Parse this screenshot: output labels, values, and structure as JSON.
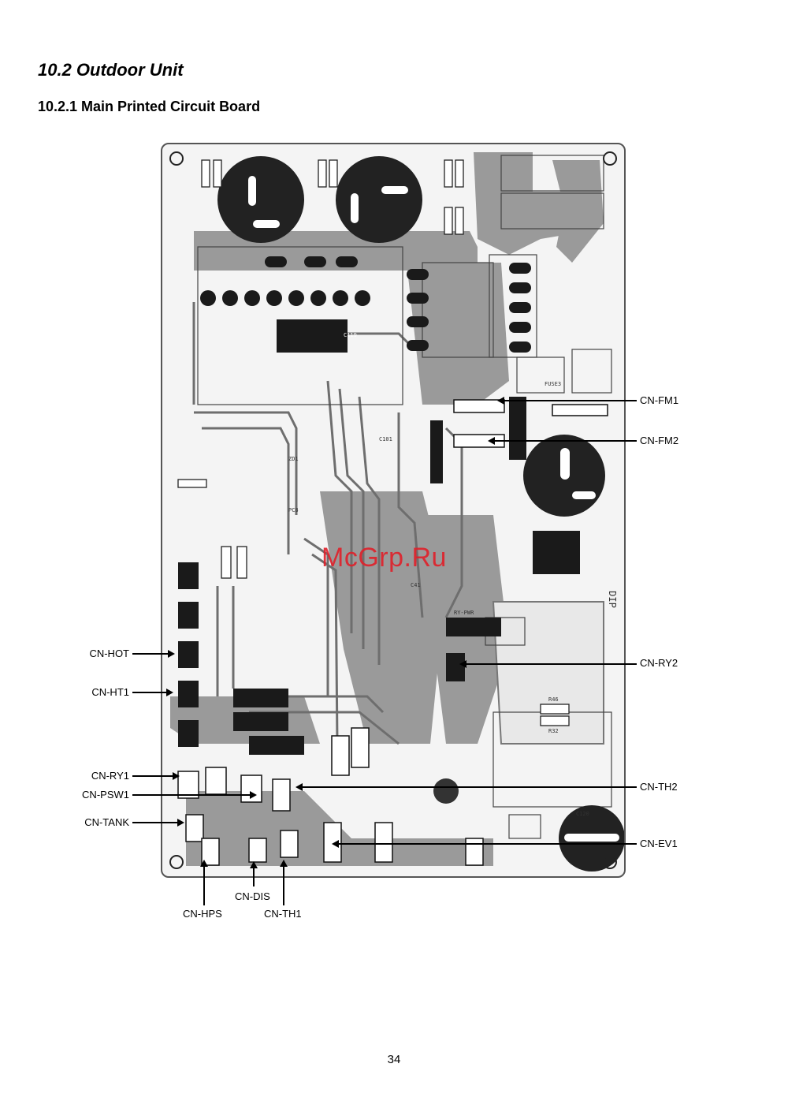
{
  "section_title": "10.2  Outdoor Unit",
  "subsection_title": "10.2.1   Main Printed Circuit Board",
  "watermark": "McGrp.Ru",
  "page_number": "34",
  "callouts": {
    "cn_fm1": "CN-FM1",
    "cn_fm2": "CN-FM2",
    "cn_ry2": "CN-RY2",
    "cn_th2": "CN-TH2",
    "cn_ev1": "CN-EV1",
    "cn_hot": "CN-HOT",
    "cn_ht1": "CN-HT1",
    "cn_ry1": "CN-RY1",
    "cn_psw1": "CN-PSW1",
    "cn_tank": "CN-TANK",
    "cn_hps": "CN-HPS",
    "cn_dis": "CN-DIS",
    "cn_th1": "CN-TH1"
  },
  "board_labels": {
    "c119": "C119",
    "fuse3": "FUSE3",
    "dip": "DIP",
    "c120": "C120",
    "zd1": "ZD1",
    "pc8": "PC8",
    "c101": "C101",
    "r32": "R32",
    "r46": "R46",
    "c41": "C41",
    "ry_pwr": "RY-PWR"
  },
  "colors": {
    "trace": "#8c8c8c",
    "pad": "#1a1a1a",
    "silk": "#555555",
    "watermark": "#e0202a"
  }
}
